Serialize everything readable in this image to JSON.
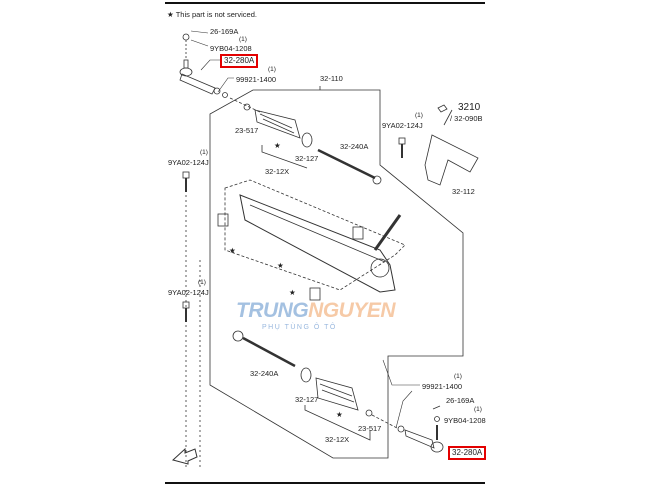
{
  "note": {
    "icon": "star-icon",
    "text": "This part is not serviced."
  },
  "labels": {
    "tie_rod_end_top": "32-280A",
    "tie_rod_end_bottom": "32-280A",
    "cotter_pin_top": "26-169A",
    "cotter_pin_bottom": "26-169A",
    "nut_top": "9YB04-1208",
    "nut_bottom": "9YB04-1208",
    "locknut_top": "99921-1400",
    "locknut_bottom": "99921-1400",
    "gear_assembly": "32-110",
    "ref_group": "3210",
    "ref_part": "/ 32-090B",
    "bolt_right": "9YA02-124J",
    "bolt_left_top": "9YA02-124J",
    "bolt_left_bottom": "9YA02-124J",
    "clip_top": "23-517",
    "clip_bottom": "23-517",
    "tie_rod_top": "32-240A",
    "tie_rod_bottom": "32-240A",
    "clamp_top": "32-127",
    "clamp_bottom": "32-127",
    "boot_kit_top": "32-12X",
    "boot_kit_bottom": "32-12X",
    "boot_112": "32-112",
    "qty": "(1)"
  },
  "watermark": {
    "brand_a": "TRUNG",
    "brand_b": "NGUYEN",
    "tagline": "PHỤ TÙNG Ô TÔ"
  },
  "highlight_color": "#e30000"
}
